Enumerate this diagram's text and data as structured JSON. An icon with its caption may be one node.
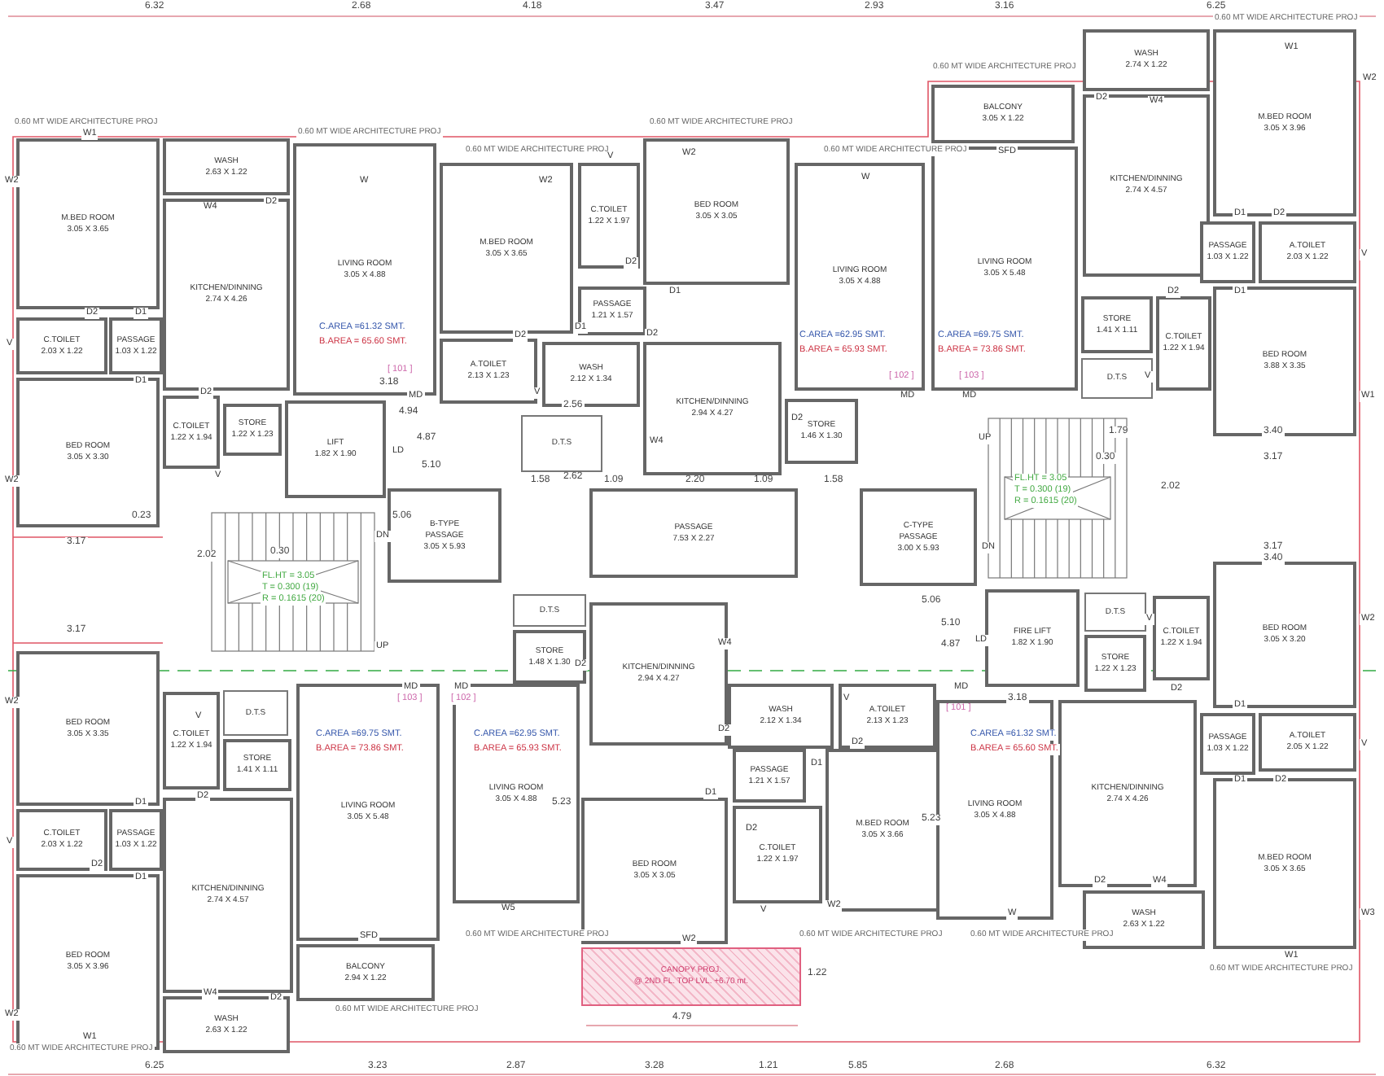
{
  "diagram": {
    "nodes": [
      {
        "text": [
          "M.BED ROOM",
          "3.05 X 3.65"
        ]
      },
      {
        "text": [
          "WASH",
          "2.63 X 1.22"
        ]
      },
      {
        "text": [
          "KITCHEN/DINNING",
          "2.74 X 4.26"
        ]
      },
      {
        "text": [
          "LIVING ROOM",
          "3.05 X 4.88"
        ]
      },
      {
        "text": [
          "C.TOILET",
          "2.03 X 1.22"
        ]
      },
      {
        "text": [
          "PASSAGE",
          "1.03 X 1.22"
        ]
      },
      {
        "text": [
          "BED ROOM",
          "3.05 X 3.30"
        ]
      },
      {
        "text": [
          "C.TOILET",
          "1.22 X 1.94"
        ]
      },
      {
        "text": [
          "STORE",
          "1.22 X 1.23"
        ]
      },
      {
        "text": [
          "LIFT",
          "1.82 X 1.90"
        ]
      },
      {
        "text": [
          "M.BED ROOM",
          "3.05 X 3.65"
        ]
      },
      {
        "text": [
          "C.TOILET",
          "1.22 X 1.97"
        ]
      },
      {
        "text": [
          "BED ROOM",
          "3.05 X 3.05"
        ]
      },
      {
        "text": [
          "PASSAGE",
          "1.21 X 1.57"
        ]
      },
      {
        "text": [
          "A.TOILET",
          "2.13 X 1.23"
        ]
      },
      {
        "text": [
          "WASH",
          "2.12 X 1.34"
        ]
      },
      {
        "text": [
          "KITCHEN/DINNING",
          "2.94 X 4.27"
        ]
      },
      {
        "text": [
          "LIVING ROOM",
          "3.05 X 4.88"
        ]
      },
      {
        "text": [
          "STORE",
          "1.46 X 1.30"
        ]
      },
      {
        "text": [
          "D.T.S"
        ]
      },
      {
        "text": [
          "BALCONY",
          "3.05 X 1.22"
        ]
      },
      {
        "text": [
          "WASH",
          "2.74 X 1.22"
        ]
      },
      {
        "text": [
          "KITCHEN/DINNING",
          "2.74 X 4.57"
        ]
      },
      {
        "text": [
          "LIVING ROOM",
          "3.05 X 5.48"
        ]
      },
      {
        "text": [
          "M.BED ROOM",
          "3.05 X 3.96"
        ]
      },
      {
        "text": [
          "PASSAGE",
          "1.03 X 1.22"
        ]
      },
      {
        "text": [
          "A.TOILET",
          "2.03 X 1.22"
        ]
      },
      {
        "text": [
          "STORE",
          "1.41 X 1.11"
        ]
      },
      {
        "text": [
          "C.TOILET",
          "1.22 X 1.94"
        ]
      },
      {
        "text": [
          "BED ROOM",
          "3.88 X 3.35"
        ]
      },
      {
        "text": [
          "D.T.S"
        ]
      },
      {
        "text": [
          "B-TYPE",
          "PASSAGE",
          "3.05 X 5.93"
        ]
      },
      {
        "text": [
          "PASSAGE",
          "7.53 X 2.27"
        ]
      },
      {
        "text": [
          "C-TYPE",
          "PASSAGE",
          "3.00 X 5.93"
        ]
      },
      {
        "text": [
          "BED ROOM",
          "3.05 X 3.35"
        ]
      },
      {
        "text": [
          "C.TOILET",
          "1.22 X 1.94"
        ]
      },
      {
        "text": [
          "D.T.S"
        ]
      },
      {
        "text": [
          "STORE",
          "1.41 X 1.11"
        ]
      },
      {
        "text": [
          "C.TOILET",
          "2.03 X 1.22"
        ]
      },
      {
        "text": [
          "PASSAGE",
          "1.03 X 1.22"
        ]
      },
      {
        "text": [
          "LIVING ROOM",
          "3.05 X 5.48"
        ]
      },
      {
        "text": [
          "BED ROOM",
          "3.05 X 3.96"
        ]
      },
      {
        "text": [
          "KITCHEN/DINNING",
          "2.74 X 4.57"
        ]
      },
      {
        "text": [
          "BALCONY",
          "2.94 X 1.22"
        ]
      },
      {
        "text": [
          "WASH",
          "2.63 X 1.22"
        ]
      },
      {
        "text": [
          "D.T.S"
        ]
      },
      {
        "text": [
          "STORE",
          "1.48 X 1.30"
        ]
      },
      {
        "text": [
          "KITCHEN/DINNING",
          "2.94 X 4.27"
        ]
      },
      {
        "text": [
          "WASH",
          "2.12 X 1.34"
        ]
      },
      {
        "text": [
          "A.TOILET",
          "2.13 X 1.23"
        ]
      },
      {
        "text": [
          "LIVING ROOM",
          "3.05 X 4.88"
        ]
      },
      {
        "text": [
          "BED ROOM",
          "3.05 X 3.05"
        ]
      },
      {
        "text": [
          "PASSAGE",
          "1.21 X 1.57"
        ]
      },
      {
        "text": [
          "C.TOILET",
          "1.22 X 1.97"
        ]
      },
      {
        "text": [
          "M.BED ROOM",
          "3.05 X 3.66"
        ]
      },
      {
        "text": [
          "CANOPY PROJ.",
          "@ 2ND FL. TOP LVL. +6.70 mt."
        ]
      },
      {
        "text": [
          "FIRE LIFT",
          "1.82 X 1.90"
        ]
      },
      {
        "text": [
          "D.T.S"
        ]
      },
      {
        "text": [
          "STORE",
          "1.22 X 1.23"
        ]
      },
      {
        "text": [
          "C.TOILET",
          "1.22 X 1.94"
        ]
      },
      {
        "text": [
          "BED ROOM",
          "3.05 X 3.20"
        ]
      },
      {
        "text": [
          "PASSAGE",
          "1.03 X 1.22"
        ]
      },
      {
        "text": [
          "A.TOILET",
          "2.05 X 1.22"
        ]
      },
      {
        "text": [
          "LIVING ROOM",
          "3.05 X 4.88"
        ]
      },
      {
        "text": [
          "KITCHEN/DINNING",
          "2.74 X 4.26"
        ]
      },
      {
        "text": [
          "M.BED ROOM",
          "3.05 X 3.65"
        ]
      },
      {
        "text": [
          "WASH",
          "2.63 X 1.22"
        ]
      }
    ],
    "labels": [
      "6.32",
      "2.68",
      "4.18",
      "3.47",
      "2.93",
      "3.16",
      "6.25",
      "0.60 MT WIDE ARCHITECTURE PROJ",
      "0.60 MT WIDE ARCHITECTURE PROJ",
      "0.60 MT WIDE ARCHITECTURE PROJ",
      "0.60 MT WIDE ARCHITECTURE PROJ",
      "0.60 MT WIDE ARCHITECTURE PROJ",
      "0.60 MT WIDE ARCHITECTURE PROJ",
      "0.60 MT WIDE ARCHITECTURE PROJ",
      "C.AREA =61.32 SMT.",
      "B.AREA = 65.60 SMT.",
      "[ 101 ]",
      "C.AREA =62.95 SMT.",
      "B.AREA = 65.93 SMT.",
      "[ 102 ]",
      "C.AREA =69.75 SMT.",
      "B.AREA = 73.86 SMT.",
      "[ 103 ]",
      "DN",
      "UP",
      "UP",
      "DN",
      "FL.HT = 3.05",
      "T = 0.300 (19)",
      "R = 0.1615 (20)",
      "FL.HT = 3.05",
      "T = 0.300 (19)",
      "R = 0.1615 (20)",
      "[ 103 ]",
      "C.AREA =69.75 SMT.",
      "B.AREA = 73.86 SMT.",
      "[ 102 ]",
      "C.AREA =62.95 SMT.",
      "B.AREA = 65.93 SMT.",
      "[ 101 ]",
      "C.AREA =61.32 SMT.",
      "B.AREA = 65.60 SMT.",
      "4.79",
      "6.25",
      "3.23",
      "2.87",
      "3.28",
      "1.21",
      "5.85",
      "2.68",
      "6.32",
      "0.60 MT WIDE ARCHITECTURE PROJ",
      "0.60 MT WIDE ARCHITECTURE PROJ",
      "0.60 MT WIDE ARCHITECTURE PROJ",
      "0.60 MT WIDE ARCHITECTURE PROJ",
      "0.60 MT WIDE ARCHITECTURE PROJ",
      "0.60 MT WIDE ARCHITECTURE PROJ",
      "W1",
      "W2",
      "W4",
      "D2",
      "W",
      "D2",
      "D1",
      "D1",
      "V",
      "D2",
      "V",
      "MD",
      "LD",
      "W2",
      "W2",
      "V",
      "D2",
      "D1",
      "D1",
      "W2",
      "W",
      "D2",
      "D2",
      "V",
      "W4",
      "D2",
      "MD",
      "SFD",
      "D2",
      "W4",
      "W1",
      "W2",
      "D1",
      "D2",
      "V",
      "D2",
      "D1",
      "V",
      "MD",
      "W1",
      "W2",
      "V",
      "D2",
      "D1",
      "D1",
      "D2",
      "V",
      "W2",
      "W1",
      "W4",
      "D2",
      "SFD",
      "MD",
      "MD",
      "D2",
      "W4",
      "D2",
      "V",
      "D2",
      "D1",
      "D1",
      "D2",
      "V",
      "W2",
      "W2",
      "W5",
      "MD",
      "LD",
      "V",
      "D2",
      "D1",
      "D1",
      "D2",
      "V",
      "W",
      "D2",
      "W4",
      "W3",
      "W1",
      "W2",
      "3.18",
      "4.94",
      "4.87",
      "5.10",
      "5.06",
      "3.17",
      "3.17",
      "0.23",
      "2.02",
      "0.30",
      "1.58",
      "1.09",
      "2.20",
      "1.09",
      "1.58",
      "2.56",
      "2.62",
      "1.79",
      "3.40",
      "3.17",
      "2.02",
      "0.30",
      "3.17",
      "3.40",
      "5.06",
      "5.10",
      "4.87",
      "3.18",
      "5.23",
      "5.23",
      "1.22"
    ]
  }
}
